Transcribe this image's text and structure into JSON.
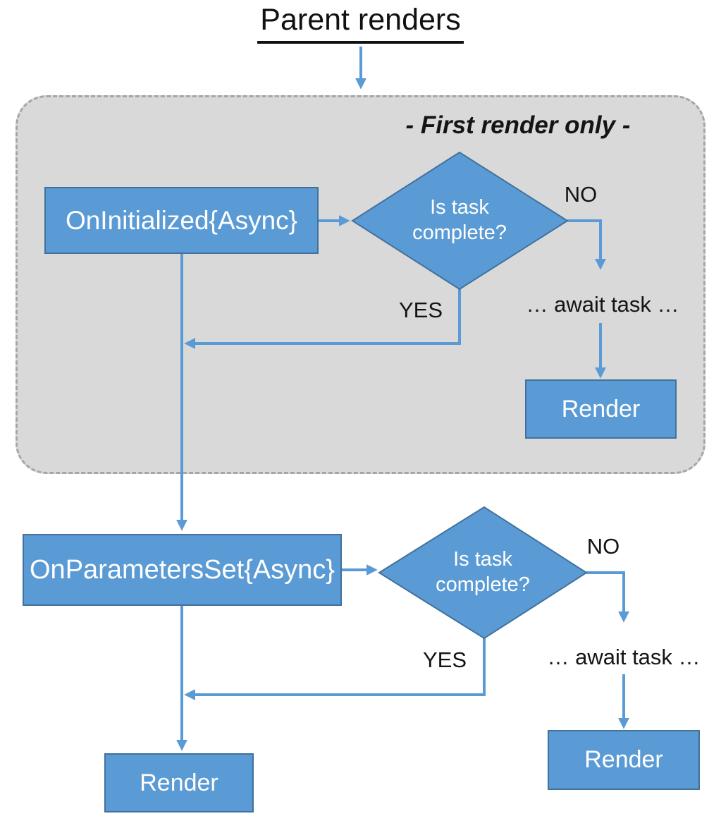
{
  "title": "Parent renders",
  "first_render_group": {
    "label": "- First render only -",
    "on_initialized_label": "OnInitialized{Async}",
    "decision_label": "Is task\ncomplete?",
    "no_label": "NO",
    "yes_label": "YES",
    "await_label": "… await task …",
    "render_label": "Render"
  },
  "param_flow": {
    "on_parameters_set_label": "OnParametersSet{Async}",
    "decision_label": "Is task\ncomplete?",
    "no_label": "NO",
    "yes_label": "YES",
    "await_label": "… await task …",
    "render_no_label": "Render",
    "render_yes_label": "Render"
  },
  "colors": {
    "node_fill": "#5b9bd5",
    "node_border": "#41719c",
    "connector": "#5b9bd5",
    "group_fill": "#d9d9d9",
    "group_border": "#a6a6a6",
    "node_text": "#ffffff",
    "label_text": "#141414"
  }
}
